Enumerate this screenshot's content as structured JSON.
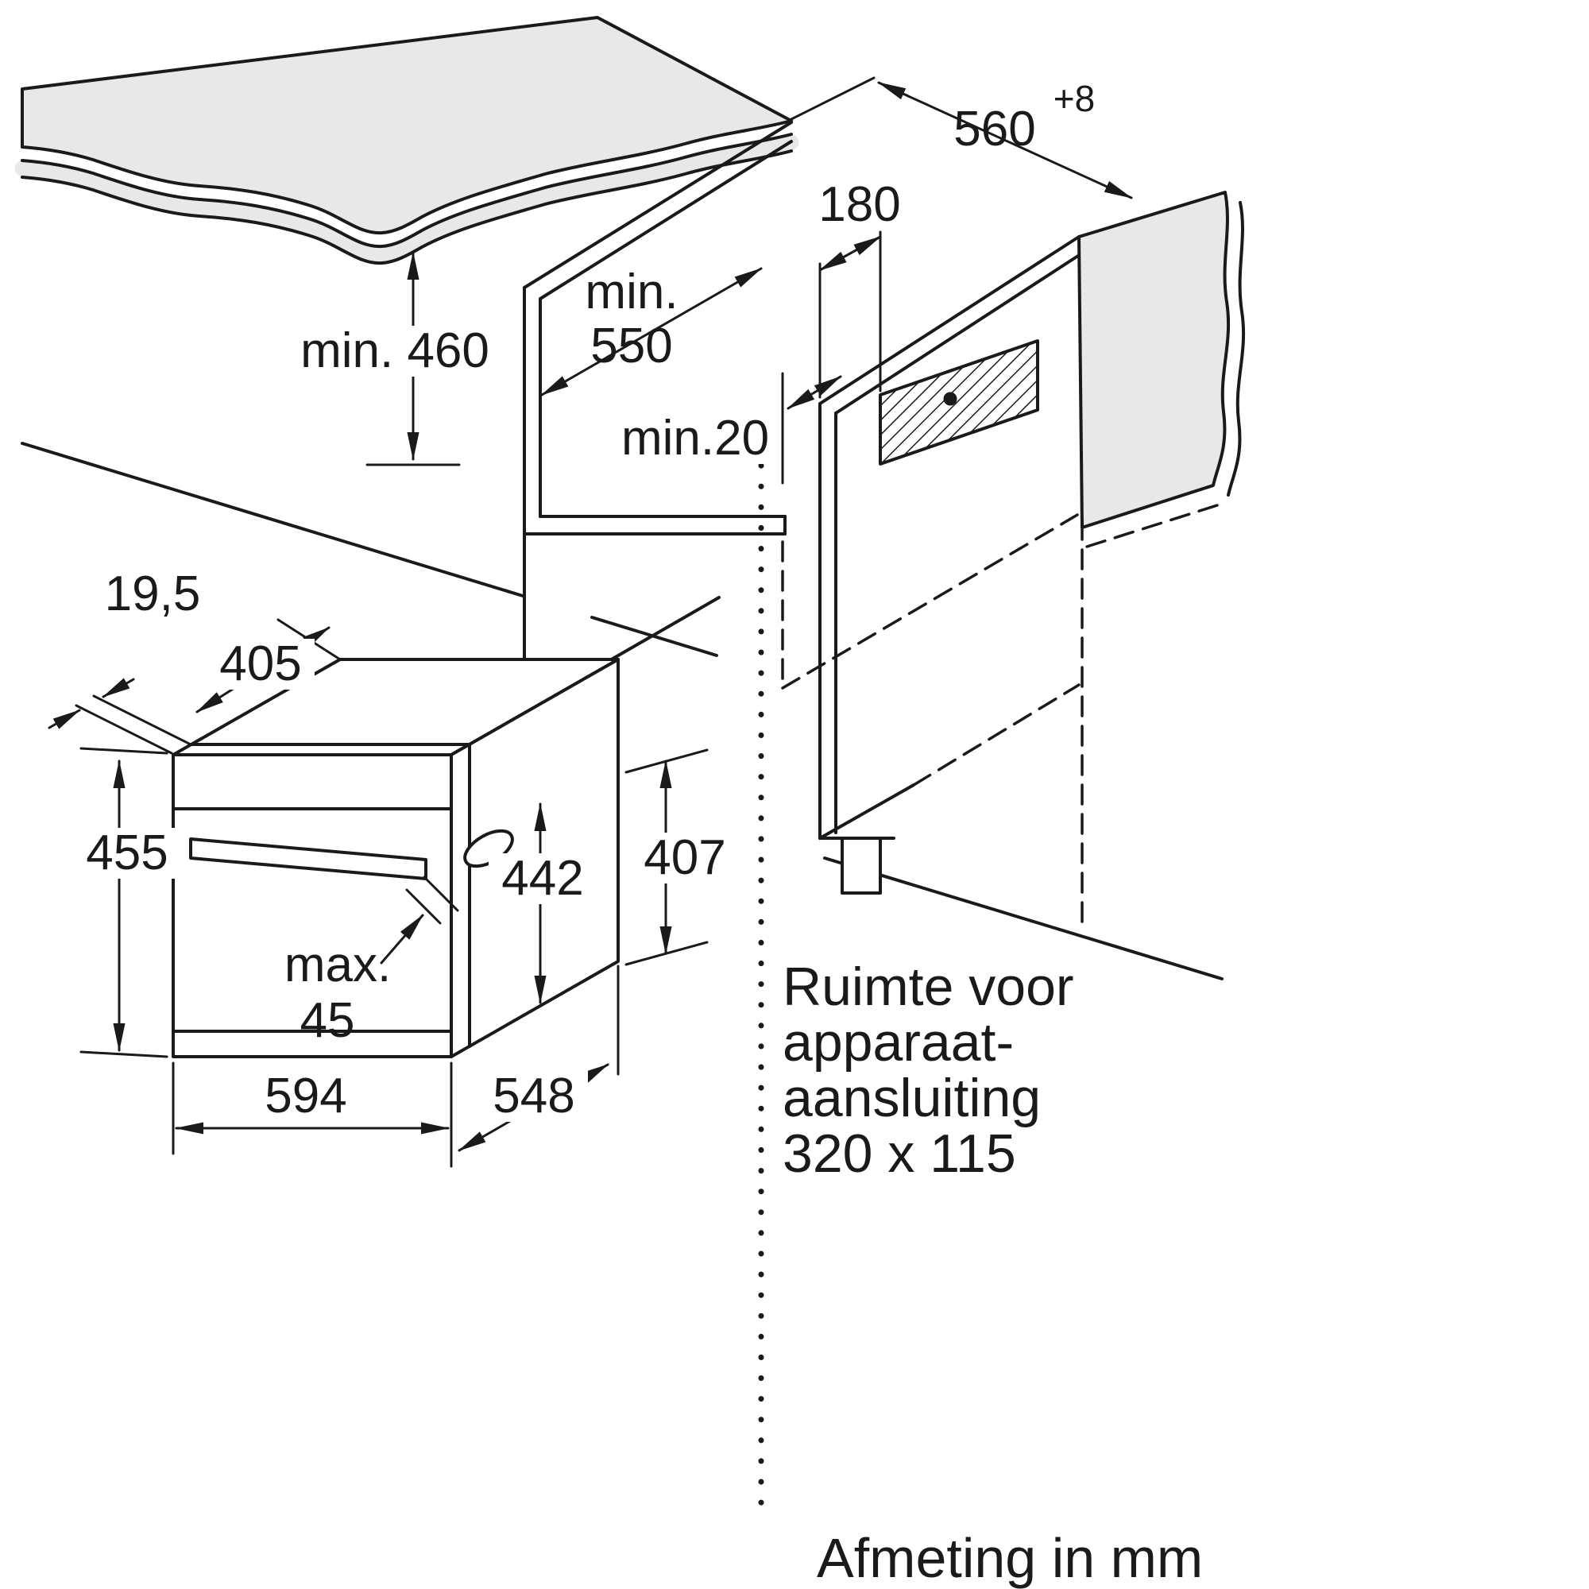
{
  "labels": {
    "niche_width": "560",
    "niche_width_tol": "+8",
    "connection_offset": "180",
    "niche_depth_min": "min.",
    "niche_depth_val": "550",
    "worktop_clearance": "min. 460",
    "rear_clearance": "min.20",
    "frame_depth": "19,5",
    "door_depth": "405",
    "oven_height": "455",
    "body_height": "442",
    "niche_height": "407",
    "handle_max": "max.",
    "handle_val": "45",
    "oven_width": "594",
    "body_depth": "548"
  },
  "note": {
    "l1": "Ruimte voor",
    "l2": "apparaat-",
    "l3": "aansluiting",
    "l4": "320 x 115"
  },
  "units": "Afmeting in mm",
  "colors": {
    "line": "#1a1a1a",
    "surface": "#e8e8e8"
  }
}
